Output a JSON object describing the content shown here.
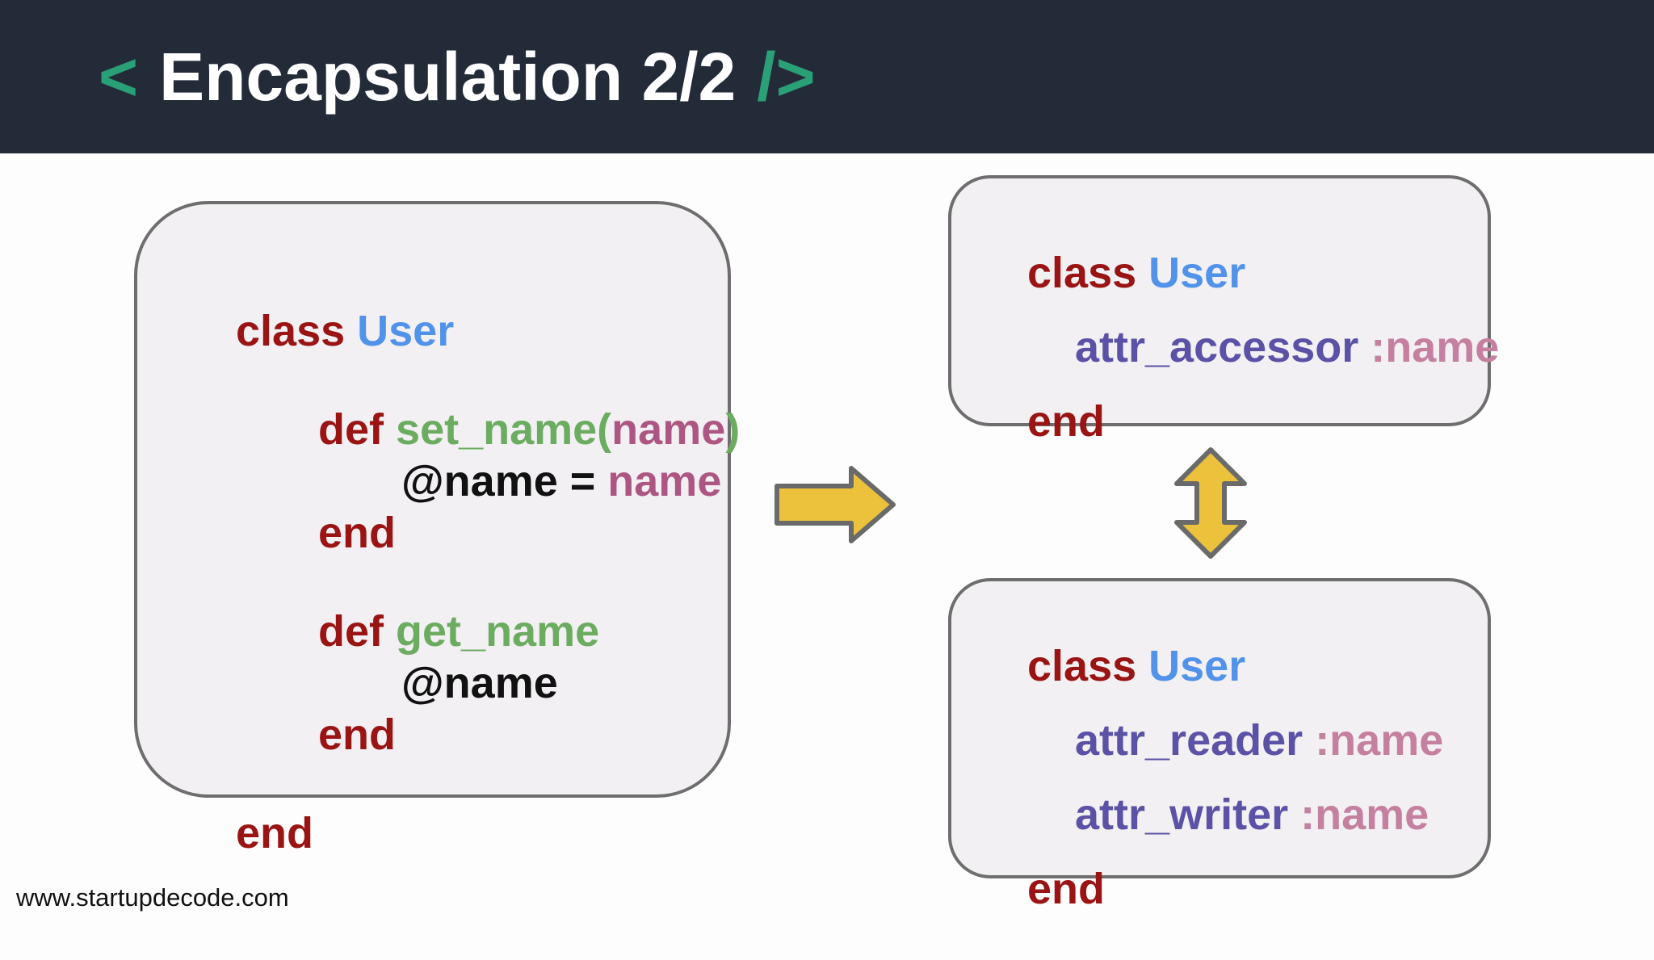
{
  "header": {
    "open_bracket": "<",
    "title": "Encapsulation 2/2",
    "close_bracket": "/>"
  },
  "colors": {
    "page_bg": "#fdfdfe",
    "header_bg": "#232b39",
    "accent_teal": "#2aa077",
    "title_text": "#ffffff",
    "box_bg": "#f2f0f2",
    "box_border": "#6e6e6e",
    "keyword": "#9a1414",
    "class_name": "#5193ea",
    "method": "#6cac60",
    "param": "#ad5681",
    "attr_method": "#5b52a7",
    "symbol": "#c57f9f",
    "plain_code": "#111111",
    "arrow_fill": "#ecc23d",
    "arrow_stroke": "#6a6a6a",
    "footer_text": "#111111"
  },
  "left_box": {
    "lines": [
      {
        "tokens": [
          {
            "text": "class ",
            "role": "keyword"
          },
          {
            "text": "User",
            "role": "class_name"
          }
        ]
      },
      {
        "tokens": []
      },
      {
        "tokens": [
          {
            "text": "def ",
            "role": "keyword"
          },
          {
            "text": "set_name(",
            "role": "method"
          },
          {
            "text": "name",
            "role": "param"
          },
          {
            "text": ")",
            "role": "method"
          }
        ]
      },
      {
        "tokens": [
          {
            "text": "@name = ",
            "role": "plain"
          },
          {
            "text": "name",
            "role": "param"
          }
        ]
      },
      {
        "tokens": [
          {
            "text": "end",
            "role": "keyword"
          }
        ]
      },
      {
        "tokens": []
      },
      {
        "tokens": [
          {
            "text": "def ",
            "role": "keyword"
          },
          {
            "text": "get_name",
            "role": "method"
          }
        ]
      },
      {
        "tokens": [
          {
            "text": "@name",
            "role": "plain"
          }
        ]
      },
      {
        "tokens": [
          {
            "text": "end",
            "role": "keyword"
          }
        ]
      },
      {
        "tokens": []
      },
      {
        "tokens": [
          {
            "text": "end",
            "role": "keyword"
          }
        ]
      }
    ]
  },
  "top_right_box": {
    "lines": [
      {
        "tokens": [
          {
            "text": "class ",
            "role": "keyword"
          },
          {
            "text": "User",
            "role": "class_name"
          }
        ]
      },
      {
        "tokens": [
          {
            "text": "attr_accessor ",
            "role": "attr_method"
          },
          {
            "text": ":name",
            "role": "symbol"
          }
        ]
      },
      {
        "tokens": [
          {
            "text": "end",
            "role": "keyword"
          }
        ]
      }
    ]
  },
  "bottom_right_box": {
    "lines": [
      {
        "tokens": [
          {
            "text": "class ",
            "role": "keyword"
          },
          {
            "text": "User",
            "role": "class_name"
          }
        ]
      },
      {
        "tokens": [
          {
            "text": "attr_reader ",
            "role": "attr_method"
          },
          {
            "text": ":name",
            "role": "symbol"
          }
        ]
      },
      {
        "tokens": [
          {
            "text": "attr_writer ",
            "role": "attr_method"
          },
          {
            "text": ":name",
            "role": "symbol"
          }
        ]
      },
      {
        "tokens": [
          {
            "text": "end",
            "role": "keyword"
          }
        ]
      }
    ]
  },
  "icons": {
    "right_arrow": "right-arrow",
    "up_down_arrow": "up-down-arrow"
  },
  "footer": {
    "website": "www.startupdecode.com"
  }
}
